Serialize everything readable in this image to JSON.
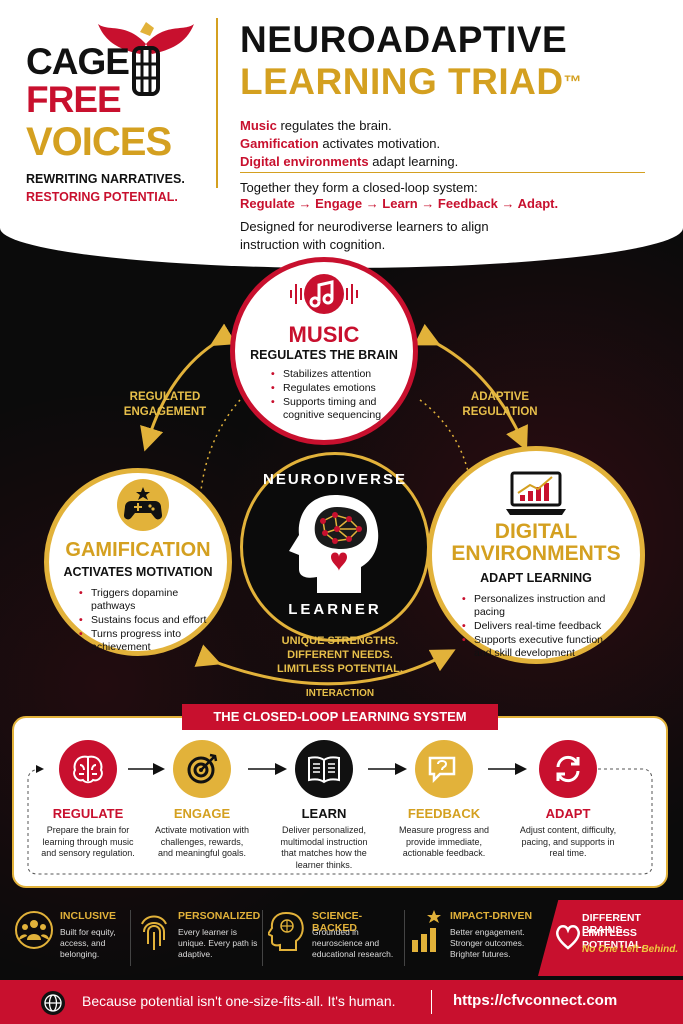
{
  "logo": {
    "line1": "CAGE",
    "line2": "FREE",
    "line3": "VOICES",
    "tag1": "REWRITING NARRATIVES.",
    "tag2": "RESTORING POTENTIAL."
  },
  "header": {
    "title1": "NEUROADAPTIVE",
    "title2": "LEARNING TRIAD",
    "tm": "™",
    "intro": [
      {
        "bold": "Music",
        "rest": " regulates the brain."
      },
      {
        "bold": "Gamification",
        "rest": " activates motivation."
      },
      {
        "bold": "Digital environments",
        "rest": " adapt learning."
      }
    ],
    "loop_text": "Together they form a closed-loop system:",
    "flow": "Regulate → Engage → Learn → Feedback → Adapt.",
    "designed": "Designed for neurodiverse learners to align instruction with cognition."
  },
  "music": {
    "title": "MUSIC",
    "sub": "REGULATES THE BRAIN",
    "bullets": [
      "Stabilizes attention",
      "Regulates emotions",
      "Supports timing and cognitive sequencing"
    ]
  },
  "gamification": {
    "title": "GAMIFICATION",
    "sub": "ACTIVATES MOTIVATION",
    "bullets": [
      "Triggers dopamine pathways",
      "Sustains focus and effort",
      "Turns progress into achievement"
    ]
  },
  "digital": {
    "title1": "DIGITAL",
    "title2": "ENVIRONMENTS",
    "sub": "ADAPT LEARNING",
    "bullets": [
      "Personalizes instruction and pacing",
      "Delivers real-time feedback",
      "Supports executive function and skill development"
    ]
  },
  "center": {
    "top": "NEURODIVERSE",
    "bottom": "LEARNER"
  },
  "labels": {
    "left1": "REGULATED",
    "left2": "ENGAGEMENT",
    "right1": "ADAPTIVE",
    "right2": "REGULATION",
    "bottom": "INTERACTION",
    "strengths1": "UNIQUE STRENGTHS.",
    "strengths2": "DIFFERENT NEEDS.",
    "strengths3": "LIMITLESS POTENTIAL."
  },
  "loop": {
    "banner": "THE CLOSED-LOOP LEARNING SYSTEM",
    "steps": [
      {
        "name": "REGULATE",
        "desc": "Prepare the brain for learning through music and sensory regulation."
      },
      {
        "name": "ENGAGE",
        "desc": "Activate motivation with challenges, rewards, and meaningful goals."
      },
      {
        "name": "LEARN",
        "desc": "Deliver personalized, multimodal instruction that matches how the learner thinks."
      },
      {
        "name": "FEEDBACK",
        "desc": "Measure progress and provide immediate, actionable feedback."
      },
      {
        "name": "ADAPT",
        "desc": "Adjust content, difficulty, pacing, and supports in real time."
      }
    ]
  },
  "features": [
    {
      "title": "INCLUSIVE",
      "desc": "Built for equity, access, and belonging."
    },
    {
      "title": "PERSONALIZED",
      "desc": "Every learner is unique. Every path is adaptive."
    },
    {
      "title": "SCIENCE-BACKED",
      "desc": "Grounded in neuroscience and educational research."
    },
    {
      "title": "IMPACT-DRIVEN",
      "desc": "Better engagement. Stronger outcomes. Brighter futures."
    }
  ],
  "promo": {
    "line1": "DIFFERENT BRAINS.",
    "line2": "LIMITLESS POTENTIAL.",
    "line3": "No One Left Behind."
  },
  "footer": {
    "slogan": "Because potential isn't one-size-fits-all. It's human.",
    "url": "https://cfvconnect.com"
  },
  "colors": {
    "red": "#c8102e",
    "gold": "#e2b23a",
    "black": "#0b0b0b"
  }
}
